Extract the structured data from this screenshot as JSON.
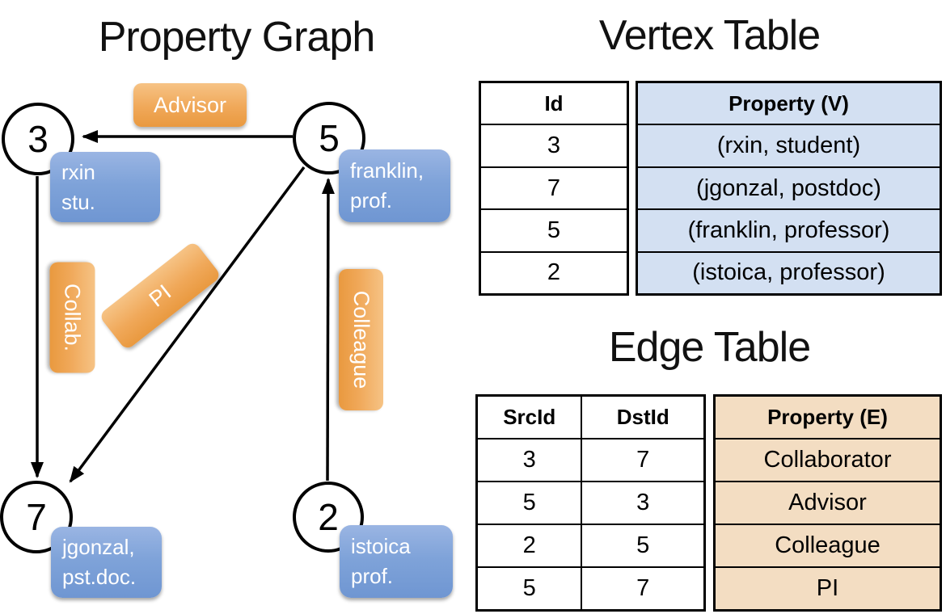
{
  "titles": {
    "graph": "Property Graph",
    "vertex": "Vertex Table",
    "edge": "Edge Table"
  },
  "graph": {
    "nodes": [
      {
        "id": "3",
        "property_lines": [
          "rxin",
          "stu."
        ]
      },
      {
        "id": "5",
        "property_lines": [
          "franklin,",
          "prof."
        ]
      },
      {
        "id": "7",
        "property_lines": [
          "jgonzal,",
          "pst.doc."
        ]
      },
      {
        "id": "2",
        "property_lines": [
          "istoica",
          "prof."
        ]
      }
    ],
    "edge_labels": [
      "Advisor",
      "Collab.",
      "PI",
      "Colleague"
    ]
  },
  "vertex_table": {
    "headers": {
      "id": "Id",
      "property": "Property (V)"
    },
    "rows": [
      {
        "id": "3",
        "property": "(rxin, student)"
      },
      {
        "id": "7",
        "property": "(jgonzal, postdoc)"
      },
      {
        "id": "5",
        "property": "(franklin, professor)"
      },
      {
        "id": "2",
        "property": "(istoica, professor)"
      }
    ]
  },
  "edge_table": {
    "headers": {
      "src": "SrcId",
      "dst": "DstId",
      "property": "Property (E)"
    },
    "rows": [
      {
        "src": "3",
        "dst": "7",
        "property": "Collaborator"
      },
      {
        "src": "5",
        "dst": "3",
        "property": "Advisor"
      },
      {
        "src": "2",
        "dst": "5",
        "property": "Colleague"
      },
      {
        "src": "5",
        "dst": "7",
        "property": "PI"
      }
    ]
  },
  "colors": {
    "edge_label_orange": "#EB9C44",
    "vertex_property_blue": "#7B9FD6",
    "vertex_table_fill": "#D3E0F2",
    "edge_table_fill": "#F3DDC2",
    "line_black": "#000000"
  }
}
